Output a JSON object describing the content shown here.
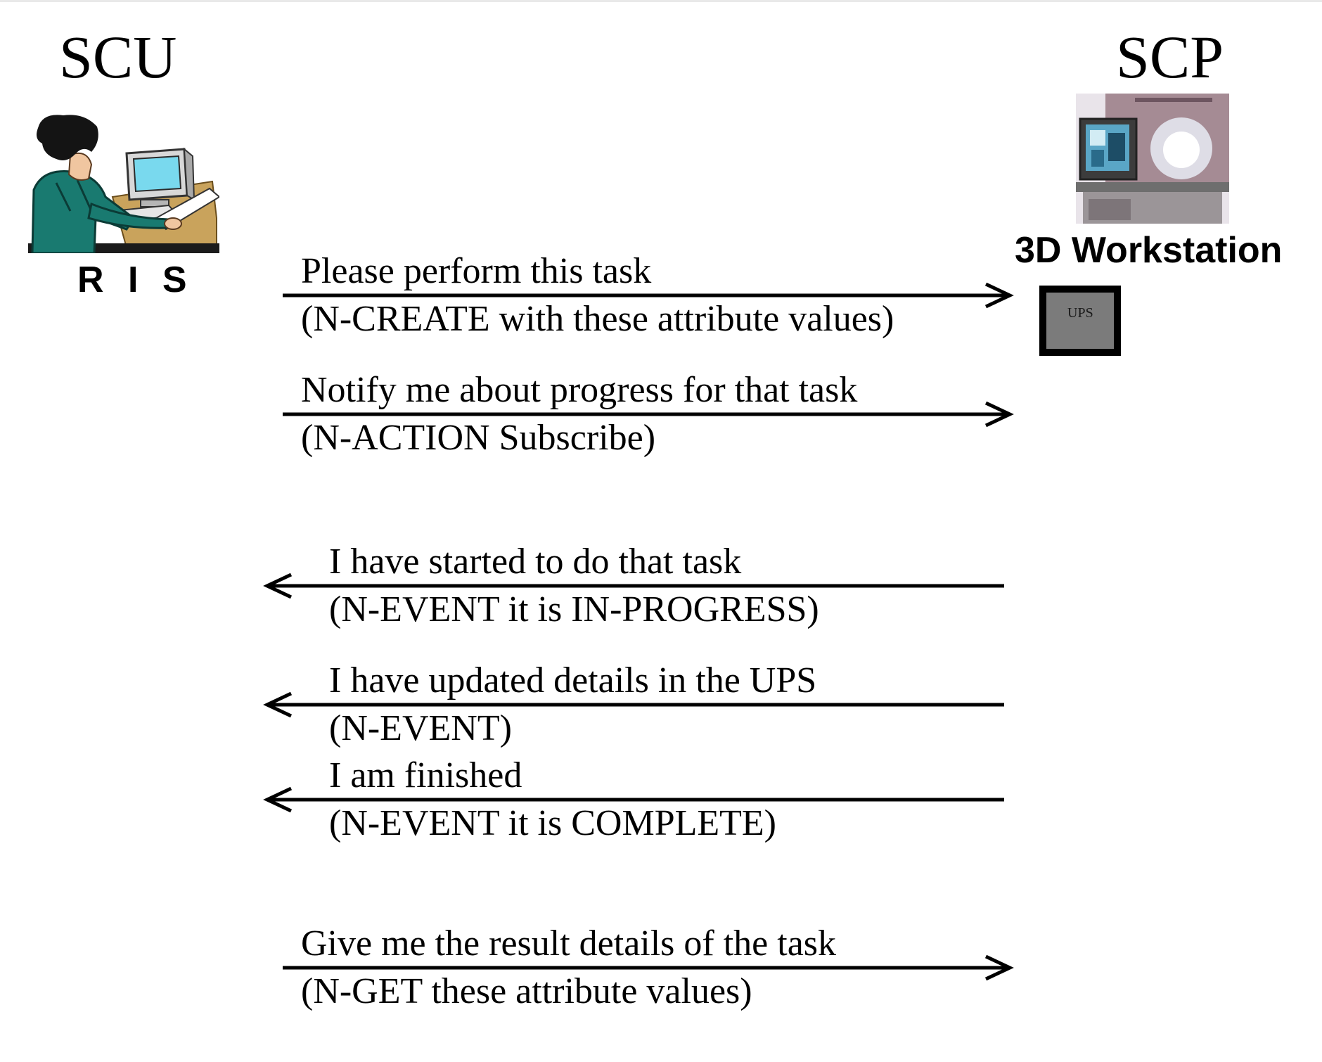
{
  "actors": {
    "left": {
      "role": "SCU",
      "name": "R I S",
      "illustration": "person-at-computer-icon"
    },
    "right": {
      "role": "SCP",
      "name": "3D Workstation",
      "illustration": "workstation-scanner-icon"
    }
  },
  "ups_box": {
    "label": "UPS",
    "color": "#7b7b7b"
  },
  "messages": [
    {
      "direction": "right",
      "text": "Please perform this task",
      "subtext": "(N-CREATE with these attribute values)"
    },
    {
      "direction": "right",
      "text": "Notify me about progress for that task",
      "subtext": "(N-ACTION Subscribe)"
    },
    {
      "direction": "left",
      "text": "I have started to do that task",
      "subtext": "(N-EVENT it is IN-PROGRESS)"
    },
    {
      "direction": "left",
      "text": "I have updated details in the UPS",
      "subtext": "(N-EVENT)"
    },
    {
      "direction": "left",
      "text": "I am finished",
      "subtext": "(N-EVENT it is COMPLETE)"
    },
    {
      "direction": "right",
      "text": "Give me the result details of the task",
      "subtext": "(N-GET these attribute values)"
    }
  ]
}
